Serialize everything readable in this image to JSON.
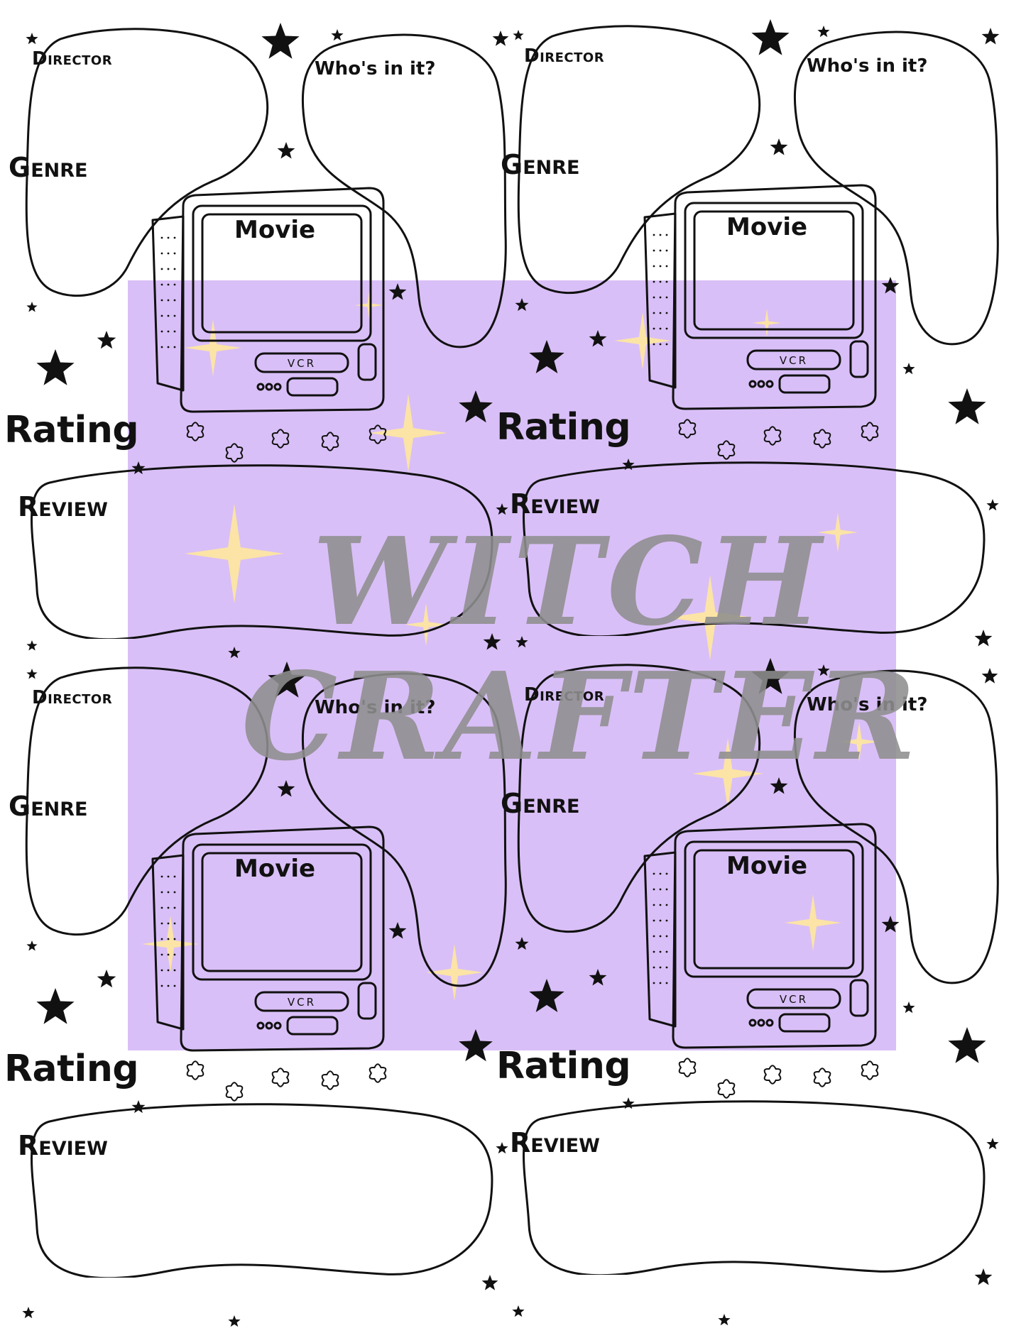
{
  "labels": {
    "director": "Director",
    "whos_in_it": "Who's in it?",
    "genre": "Genre",
    "movie": "Movie",
    "rating": "Rating",
    "review": "Review",
    "vcr": "VCR"
  },
  "rating": {
    "max_stars": 5,
    "icon": "flower-outline-icon"
  },
  "watermark": {
    "line1": "WITCH",
    "line2": "CRAFTER"
  },
  "colors": {
    "ink": "#111111",
    "watermark_bg": "#d9bff7",
    "moon": "#f2d2c5",
    "sparkle": "#fbe4a6",
    "watermark_text": "#8f8f8f"
  }
}
